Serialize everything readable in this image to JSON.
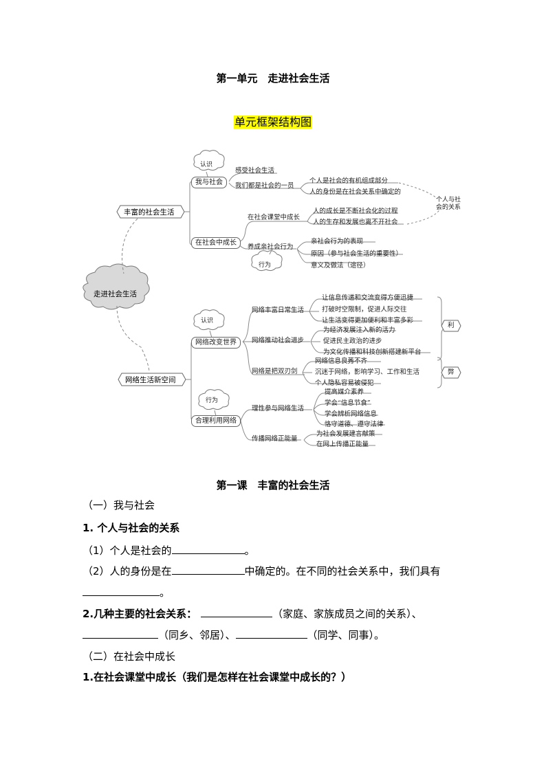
{
  "page": {
    "unit_title": "第一单元　走进社会生活",
    "framework_heading": "单元框架结构图",
    "highlight_color": "#ffff00"
  },
  "mindmap": {
    "center": "走进社会生活",
    "branch1": {
      "label": "丰富的社会生活",
      "sub1": {
        "label": "我与社会",
        "cloud": "认识",
        "items": [
          "感受社会生活",
          "我们都是社会的一员"
        ],
        "leaves": [
          "个人是社会的有机组成部分",
          "人的身份是在社会关系中确定的"
        ]
      },
      "sub2": {
        "label": "在社会中成长",
        "cloud": "行为",
        "items": [
          "在社会课堂中成长",
          "养成亲社会行为"
        ],
        "leaves_a": [
          "人的成长是不断社会化的过程",
          "人的生存和发展也离不开社会"
        ],
        "leaves_b": [
          "亲社会行为的表现",
          "原因（参与社会生活的重要性）",
          "意义及做法（途径）"
        ]
      },
      "annotation": [
        "个人与社",
        "会的关系"
      ]
    },
    "branch2": {
      "label": "网络生活新空间",
      "sub1": {
        "label": "网络改变世界",
        "cloud": "认识",
        "items": [
          "网络丰富日常生活",
          "网络推动社会进步",
          "网络是把双刃剑"
        ],
        "leaves_a": [
          "让信息传递和交流变得方便迅捷",
          "打破时空限制，促进人际交往",
          "让生活变得更加便利和丰富多彩"
        ],
        "leaves_b": [
          "为经济发展注入新的活力",
          "促进民主政治的进步",
          "为文化传播和科技创新搭建新平台"
        ],
        "leaves_c": [
          "网络信息良莠不齐",
          "沉迷于网络，影响学习、工作和生活",
          "个人隐私容易被侵犯"
        ],
        "pro_label": "利",
        "con_label": "弊"
      },
      "sub2": {
        "label": "合理利用网络",
        "cloud": "行为",
        "items": [
          "理性参与网络生活",
          "传播网络正能量"
        ],
        "leaves_a": [
          "提高媒介素养",
          "学会“信息节食”",
          "学会辨析网络信息",
          "恪守道德、遵守法律"
        ],
        "leaves_b": [
          "为社会发展建言献策",
          "在网上传播正能量"
        ]
      }
    }
  },
  "lesson": {
    "title": "第一课　丰富的社会生活",
    "section1": "（一）我与社会",
    "q1_title": "1.  个人与社会的关系",
    "q1_1_prefix": "（1）个人是社会的",
    "q1_1_suffix": "。",
    "q1_2_prefix": "（2）人的身份是在",
    "q1_2_middle": "中确定的。在不同的社会关系中，我们具有",
    "q1_2_suffix": "。",
    "q2_title": "2.几种主要的社会关系：",
    "q2_a": "（家庭、家族成员之间的关系）、",
    "q2_b": "（同乡、邻居）、",
    "q2_c": "（同学、同事）。",
    "section2": "（二）在社会中成长",
    "q3_title": "1.在社会课堂中成长（我们是怎样在社会课堂中成长的？）"
  }
}
